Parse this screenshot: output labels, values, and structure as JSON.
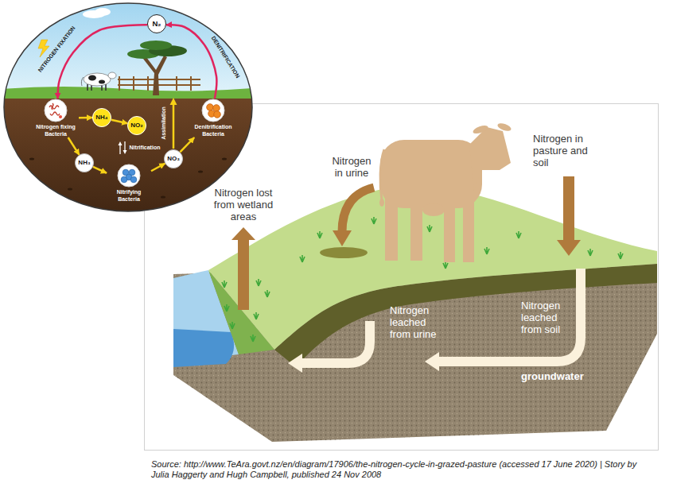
{
  "diagram": {
    "caption": "Source: http://www.TeAra.govt.nz/en/diagram/17906/the-nitrogen-cycle-in-grazed-pasture (accessed 17 June 2020) | Story by Julia Haggerty and Hugh Campbell, published 24 Nov 2008",
    "nodes": [
      {
        "text": [
          "N₂"
        ]
      },
      {
        "text": [
          "Nitrogen fixing Bacteria"
        ]
      },
      {
        "text": [
          "NH₄"
        ]
      },
      {
        "text": [
          "NO₂"
        ]
      },
      {
        "text": [
          "Denitrification Bacteria"
        ]
      },
      {
        "text": [
          "NH₃"
        ]
      },
      {
        "text": [
          "Nitrifying Bacteria"
        ]
      },
      {
        "text": [
          "NO₃"
        ]
      }
    ],
    "edges": [
      {
        "from": 0,
        "to": 1,
        "arrow": "to",
        "label": "NITROGEN FIXATION"
      },
      {
        "from": 4,
        "to": 0,
        "arrow": "to",
        "label": "DENITRIFICATION"
      },
      {
        "from": 1,
        "to": 2,
        "arrow": "to"
      },
      {
        "from": 1,
        "to": 5,
        "arrow": "to"
      },
      {
        "from": 2,
        "to": 3,
        "arrow": "to"
      },
      {
        "from": 5,
        "to": 6,
        "arrow": "to"
      },
      {
        "from": 6,
        "to": 7,
        "arrow": "to"
      },
      {
        "from": 7,
        "to": 4,
        "arrow": "to"
      }
    ],
    "labels": [
      "Nitrification",
      "Assimilation",
      "Nitrogen lost from wetland areas",
      "Nitrogen in urine",
      "Nitrogen in pasture and soil",
      "Nitrogen leached from soil",
      "Nitrogen leached from urine",
      "groundwater"
    ]
  }
}
